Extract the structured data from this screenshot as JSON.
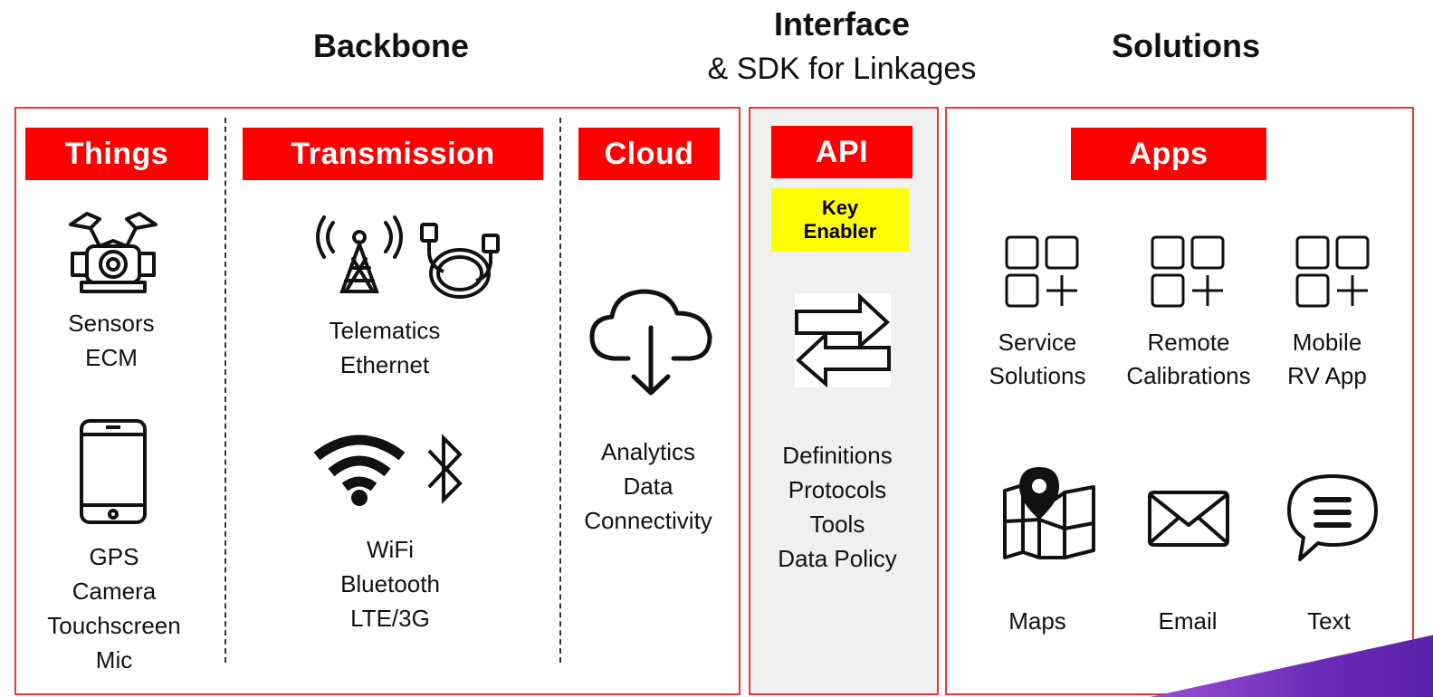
{
  "headings": {
    "backbone": "Backbone",
    "interface": "Interface",
    "interface_sub": "& SDK for Linkages",
    "solutions": "Solutions"
  },
  "sections": {
    "things": {
      "label": "Things",
      "group1": [
        "Sensors",
        "ECM"
      ],
      "group2": [
        "GPS",
        "Camera",
        "Touchscreen",
        "Mic"
      ]
    },
    "transmission": {
      "label": "Transmission",
      "group1": [
        "Telematics",
        "Ethernet"
      ],
      "group2": [
        "WiFi",
        "Bluetooth",
        "LTE/3G"
      ]
    },
    "cloud": {
      "label": "Cloud",
      "items": [
        "Analytics",
        "Data",
        "Connectivity"
      ]
    },
    "api": {
      "label": "API",
      "key_enabler": [
        "Key",
        "Enabler"
      ],
      "items": [
        "Definitions",
        "Protocols",
        "Tools",
        "Data Policy"
      ]
    },
    "apps": {
      "label": "Apps",
      "service": [
        "Service",
        "Solutions"
      ],
      "remote": [
        "Remote",
        "Calibrations"
      ],
      "mobile": [
        "Mobile",
        "RV App"
      ],
      "maps": "Maps",
      "email": "Email",
      "text": "Text"
    }
  },
  "icons": {
    "engine": "engine-icon",
    "phone": "phone-icon",
    "tower": "antenna-tower-icon",
    "ethernet": "ethernet-cable-icon",
    "wifi": "wifi-icon",
    "bluetooth": "bluetooth-icon",
    "cloud": "cloud-download-icon",
    "arrows": "exchange-arrows-icon",
    "add_app": "add-app-grid-icon",
    "map": "map-pin-icon",
    "email": "envelope-icon",
    "chat": "speech-bubble-icon"
  },
  "colors": {
    "accent_red": "#ff0000",
    "border_red": "#e83a3a",
    "key_yellow": "#ffff00",
    "api_panel": "#f0f0f0",
    "corner_purple": "#6a2bb8"
  }
}
